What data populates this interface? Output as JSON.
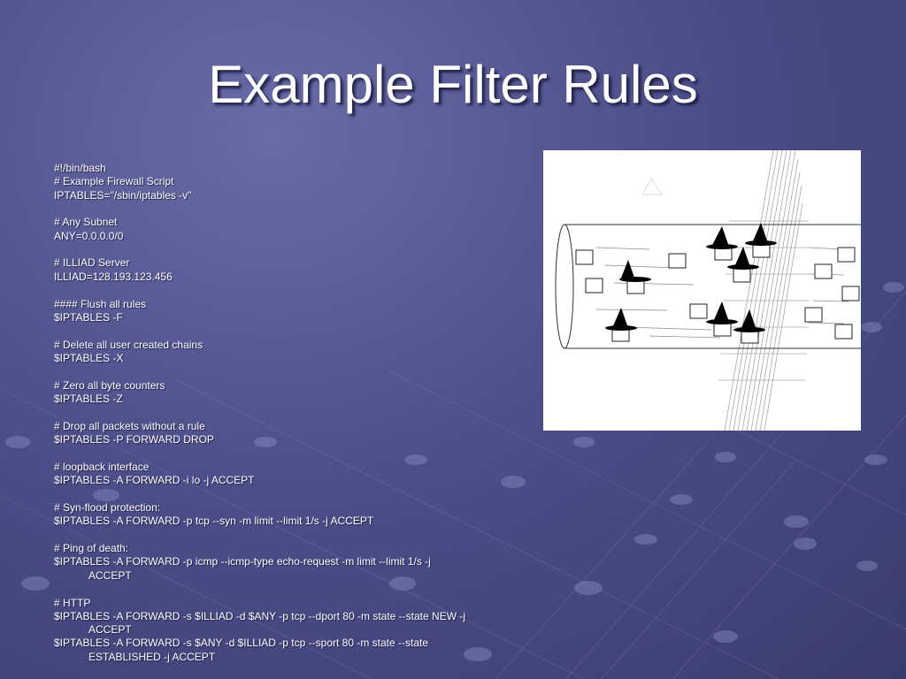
{
  "slide": {
    "title": "Example Filter Rules"
  },
  "script": {
    "blocks": [
      [
        "#!/bin/bash",
        "# Example Firewall Script",
        "IPTABLES=\"/sbin/iptables -v\""
      ],
      [
        "# Any Subnet",
        "ANY=0.0.0.0/0"
      ],
      [
        "# ILLIAD Server",
        "ILLIAD=128.193.123.456"
      ],
      [
        "#### Flush all rules",
        "$IPTABLES -F"
      ],
      [
        "# Delete all user created chains",
        "$IPTABLES -X"
      ],
      [
        "# Zero all byte counters",
        "$IPTABLES -Z"
      ],
      [
        "# Drop all packets without a rule",
        "$IPTABLES -P FORWARD DROP"
      ],
      [
        "# loopback interface",
        "$IPTABLES -A FORWARD -i lo -j ACCEPT"
      ],
      [
        "# Syn-flood protection:",
        "$IPTABLES -A FORWARD -p tcp --syn -m limit --limit 1/s -j ACCEPT"
      ],
      [
        "# Ping of death:",
        "$IPTABLES -A FORWARD -p icmp --icmp-type echo-request -m limit --limit 1/s -j ACCEPT"
      ],
      [
        "# HTTP",
        "$IPTABLES -A FORWARD -s $ILLIAD -d $ANY -p tcp --dport 80 -m state --state NEW -j ACCEPT",
        "$IPTABLES -A FORWARD -s $ANY -d $ILLIAD  -p tcp --sport 80 -m state --state ESTABLISHED -j ACCEPT"
      ]
    ]
  },
  "colors": {
    "background": "#4d4f8a",
    "text": "#ffffff",
    "figure_background": "#ffffff",
    "figure_ink": "#000000"
  },
  "icons": {
    "figure": "firewall-pipe-illustration",
    "packet": "packet-square-icon",
    "hat": "black-hat-icon"
  }
}
